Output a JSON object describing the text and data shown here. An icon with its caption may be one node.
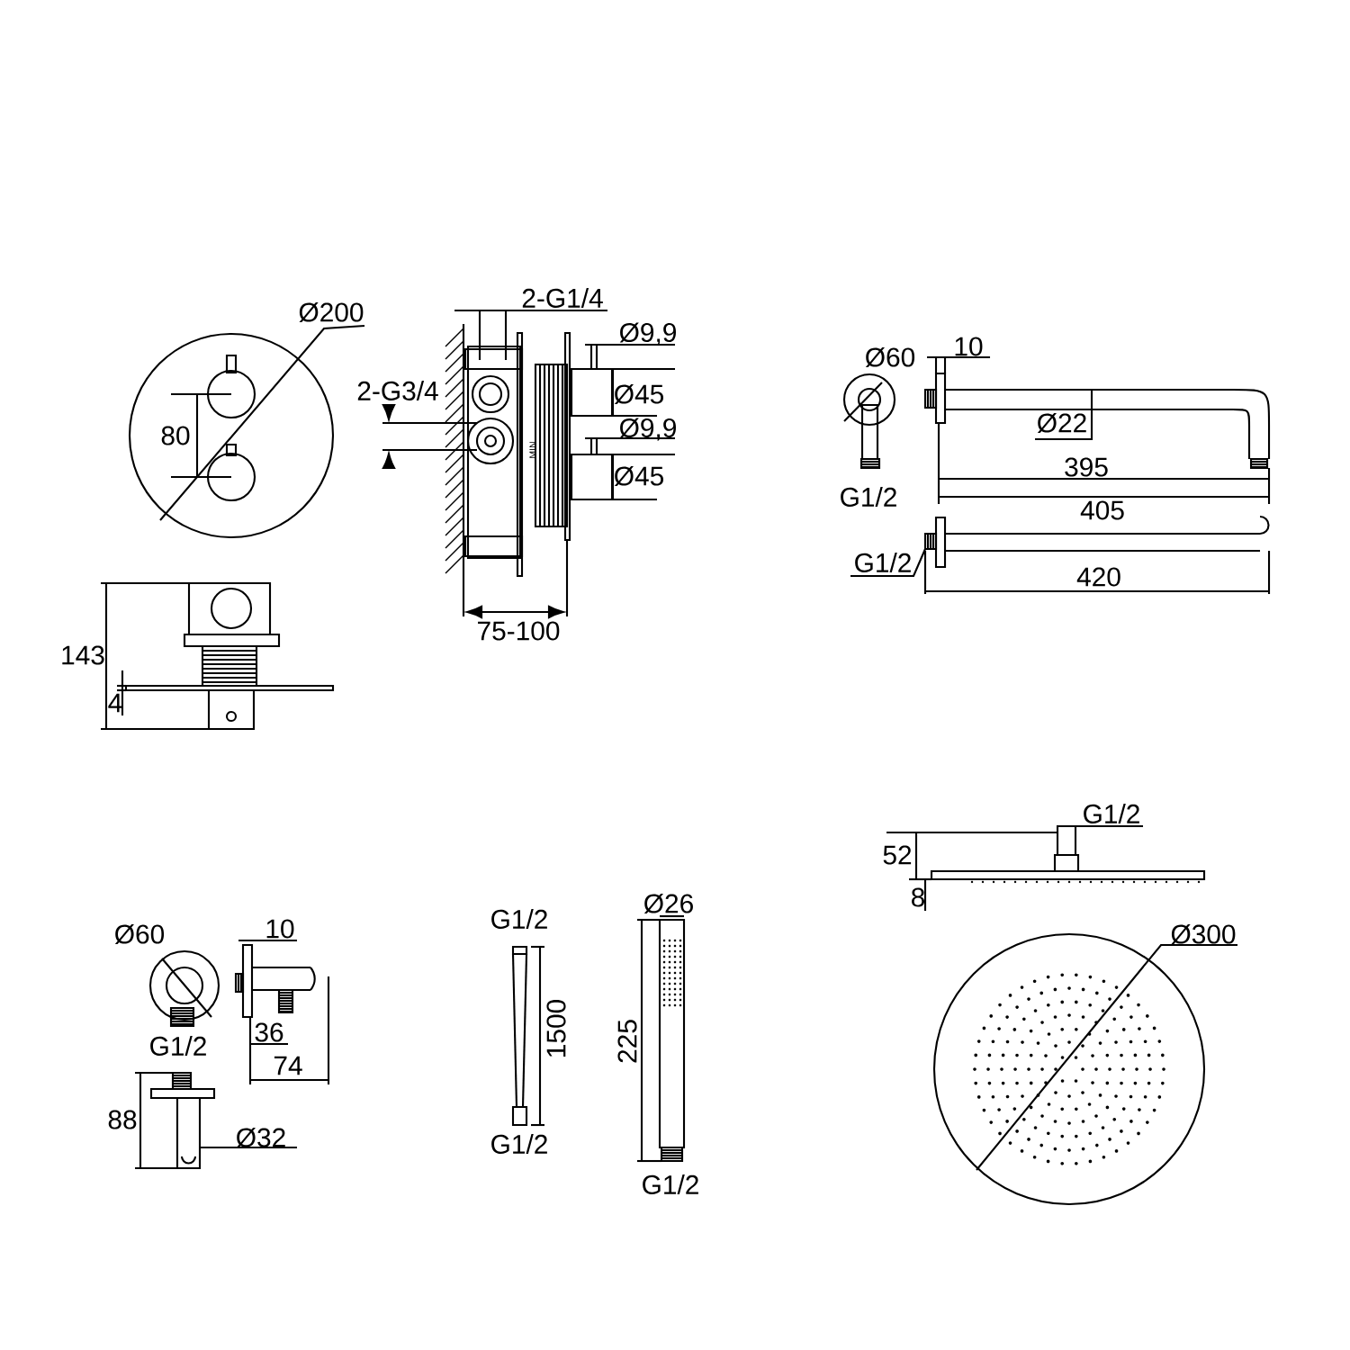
{
  "diagram": {
    "labels": [
      "Ø200",
      "2-G1/4",
      "Ø9,9",
      "2-G3/4",
      "Ø45",
      "80",
      "Ø9,9",
      "Ø45",
      "MIN",
      "75-100",
      "143",
      "4",
      "Ø60",
      "10",
      "Ø22",
      "395",
      "G1/2",
      "405",
      "G1/2",
      "420",
      "G1/2",
      "52",
      "Ø60",
      "10",
      "G1/2",
      "Ø26",
      "8",
      "Ø300",
      "1500",
      "36",
      "225",
      "G1/2",
      "74",
      "88",
      "Ø32",
      "G1/2",
      "G1/2"
    ]
  }
}
